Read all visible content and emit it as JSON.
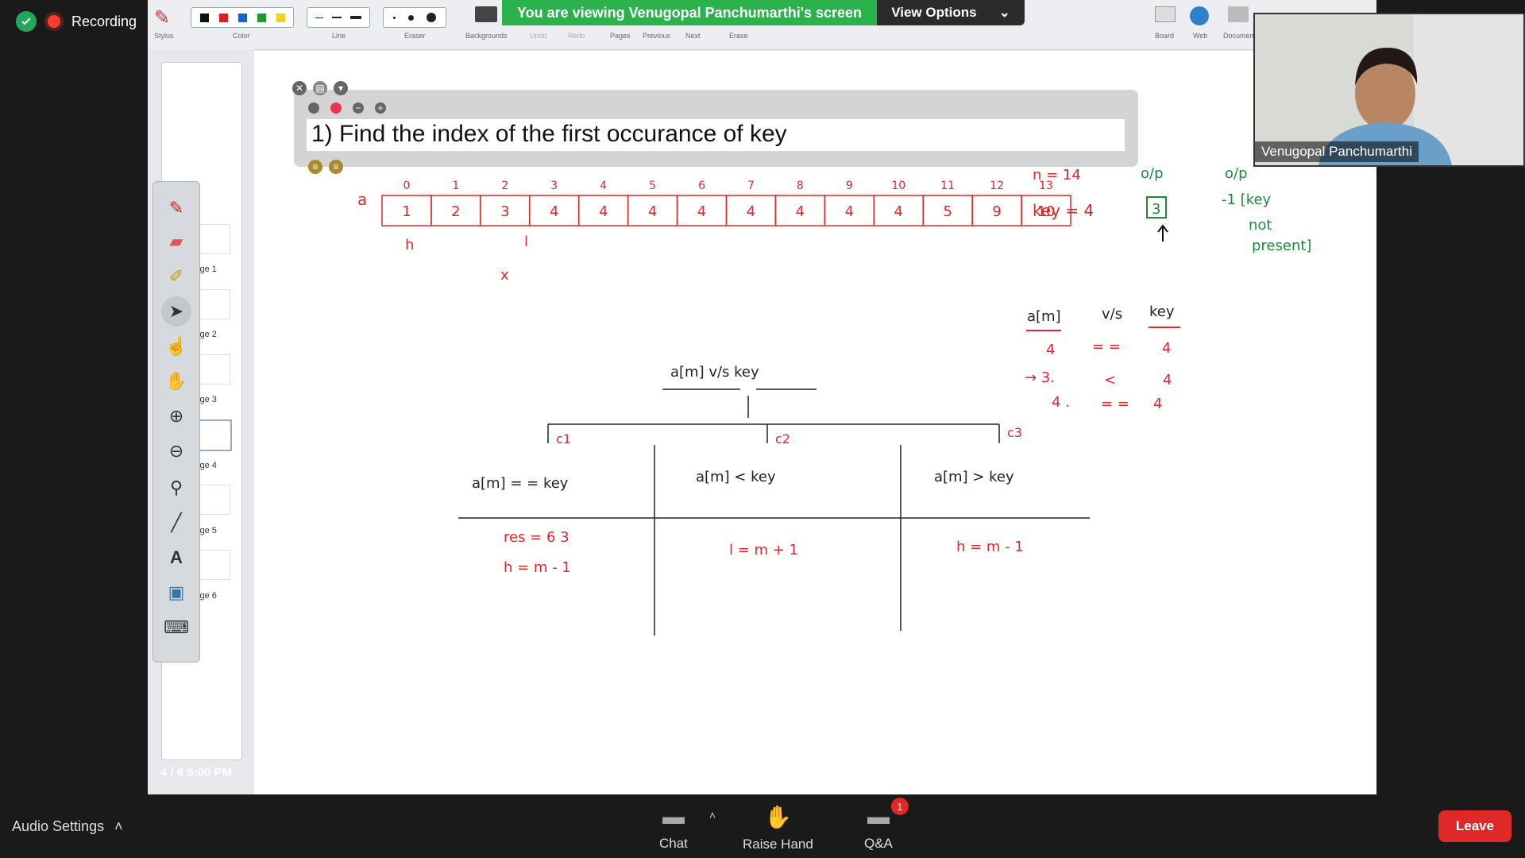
{
  "recording": {
    "label": "Recording"
  },
  "banner": {
    "text": "You are viewing Venugopal Panchumarthi's screen",
    "view_options": "View Options"
  },
  "toolbar": {
    "stylus": "Stylus",
    "color": "Color",
    "line": "Line",
    "eraser": "Eraser",
    "backgrounds": "Backgrounds",
    "undo": "Undo",
    "redo": "Redo",
    "pages": "Pages",
    "previous": "Previous",
    "next": "Next",
    "erase": "Erase",
    "board": "Board",
    "web": "Web",
    "documents": "Documen",
    "colors": [
      "#111111",
      "#e01b1b",
      "#1a5fd0",
      "#1e9a2e",
      "#f3d31a"
    ]
  },
  "pages": [
    "Page 1",
    "Page 2",
    "Page 3",
    "Page 4",
    "Page 5",
    "Page 6"
  ],
  "datetime": "4 / 6 5:00 PM",
  "question": "1) Find the index of the first occurance of key",
  "board": {
    "indices": [
      "0",
      "1",
      "2",
      "3",
      "4",
      "5",
      "6",
      "7",
      "8",
      "9",
      "10",
      "11",
      "12",
      "13"
    ],
    "values": [
      "1",
      "2",
      "3",
      "4",
      "4",
      "4",
      "4",
      "4",
      "4",
      "4",
      "4",
      "5",
      "9",
      "10"
    ],
    "array_name": "a",
    "n_label": "n = 14",
    "key_label": "key = 4",
    "op1_label": "o/p",
    "op1_value": "3",
    "op2_label": "o/p",
    "op2_value": "-1 [key",
    "op2_not": "not",
    "op2_present": "present]",
    "h_mark": "h",
    "l_mark": "l",
    "x_mark": "x",
    "cmp_head": [
      "a[m]",
      "v/s",
      "key"
    ],
    "cmp_rows": [
      [
        "4",
        "= =",
        "4"
      ],
      [
        "→ 3.",
        "<",
        "4"
      ],
      [
        "4 .",
        "= =",
        "4"
      ]
    ],
    "tree_head": "a[m]   v/s   key",
    "cases": [
      "c1",
      "c2",
      "c3"
    ],
    "case_heads": [
      "a[m]  = =  key",
      "a[m]   <   key",
      "a[m]   >   key"
    ],
    "case_res1": "res = 6 3",
    "case_res1b": "h = m - 1",
    "case_res2": "l = m + 1",
    "case_res3": "h = m - 1"
  },
  "participant": {
    "name": "Venugopal Panchumarthi"
  },
  "bottom": {
    "audio": "Audio Settings",
    "chat": "Chat",
    "raise": "Raise Hand",
    "qa": "Q&A",
    "qa_badge": "1",
    "leave": "Leave"
  }
}
